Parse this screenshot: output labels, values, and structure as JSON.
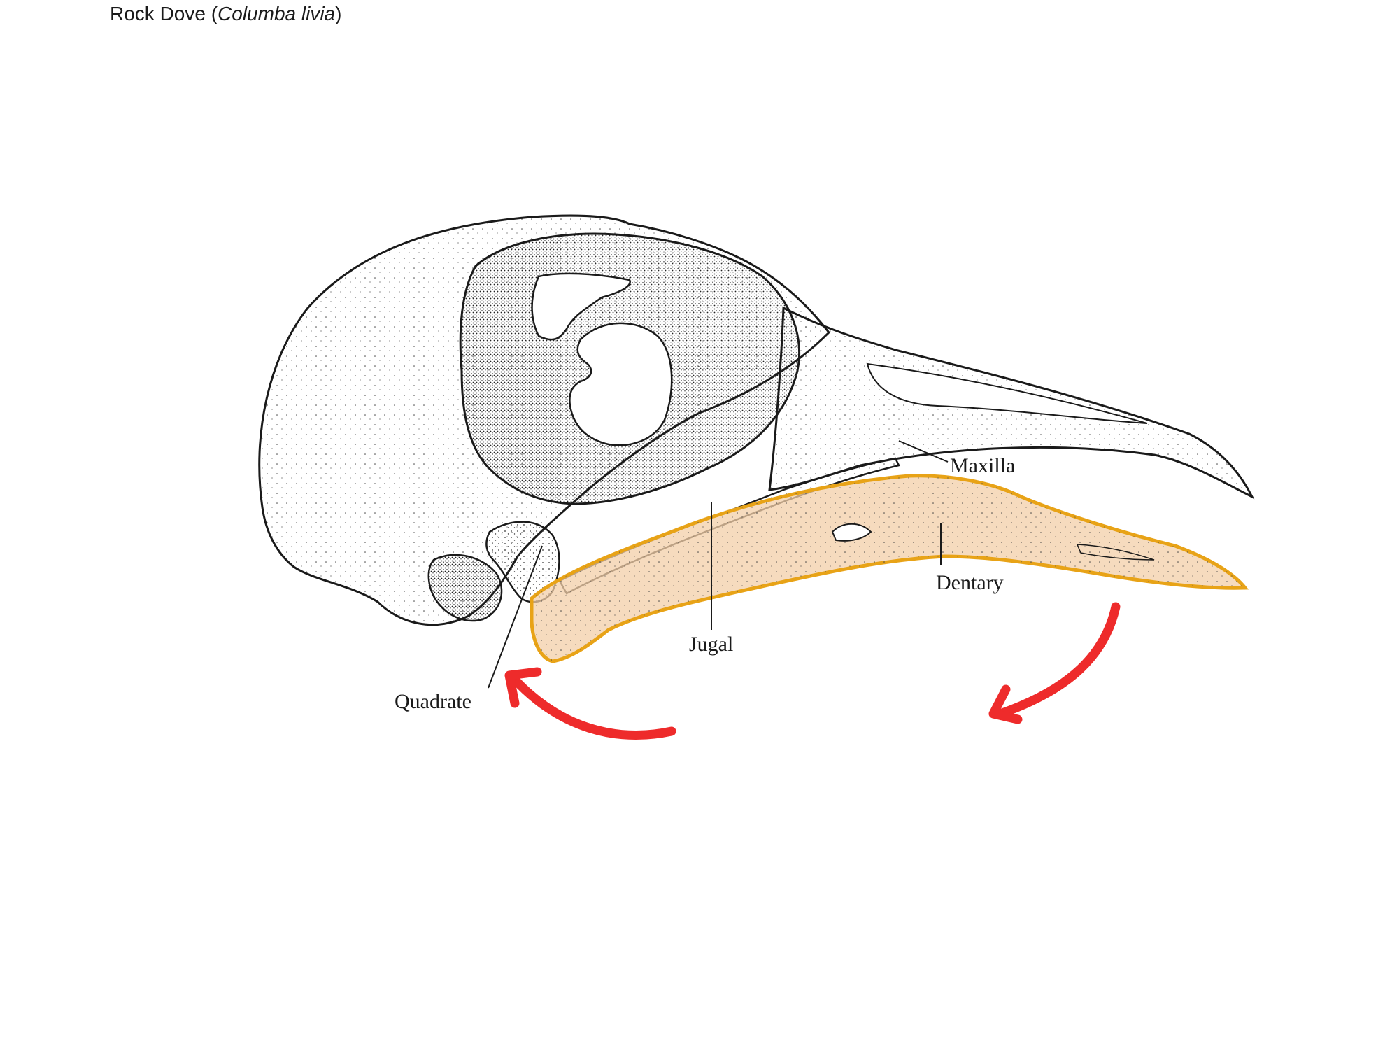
{
  "title": {
    "common": "Rock Dove (",
    "scientific": "Columba livia",
    "close": ")"
  },
  "labels": {
    "maxilla": "Maxilla",
    "dentary": "Dentary",
    "jugal": "Jugal",
    "quadrate": "Quadrate"
  },
  "colors": {
    "dentary_fill": "#f3cfa8",
    "dentary_outline": "#e8a317",
    "arrows": "#ee2b2b",
    "ink": "#1a1a1a"
  }
}
